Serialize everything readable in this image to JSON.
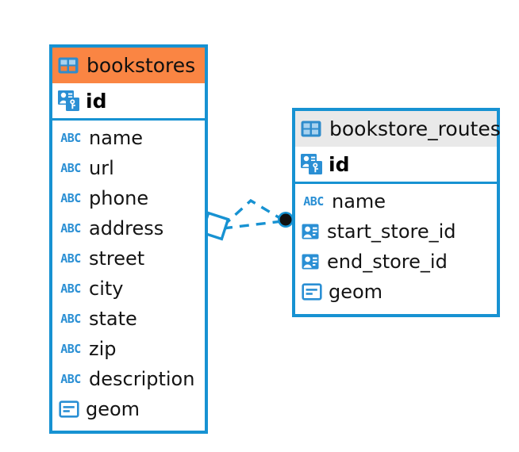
{
  "diagram": {
    "title": "bookstores-schema",
    "colors": {
      "border": "#1792d2",
      "header_accent": "#fa8543",
      "header_neutral": "#e9e9e9",
      "icon_blue": "#2a8fd4",
      "connector": "#1792d2",
      "endpoint_dot": "#111111",
      "canvas": "#ffffff"
    },
    "entities": [
      {
        "name": "bookstores",
        "header_style": "accent",
        "table_icon": "table-icon-accent",
        "primary_key": {
          "label": "id",
          "icon": "primary-key-icon"
        },
        "fields": [
          {
            "label": "name",
            "icon": "text-type-icon",
            "type": "ABC"
          },
          {
            "label": "url",
            "icon": "text-type-icon",
            "type": "ABC"
          },
          {
            "label": "phone",
            "icon": "text-type-icon",
            "type": "ABC"
          },
          {
            "label": "address",
            "icon": "text-type-icon",
            "type": "ABC"
          },
          {
            "label": "street",
            "icon": "text-type-icon",
            "type": "ABC"
          },
          {
            "label": "city",
            "icon": "text-type-icon",
            "type": "ABC"
          },
          {
            "label": "state",
            "icon": "text-type-icon",
            "type": "ABC"
          },
          {
            "label": "zip",
            "icon": "text-type-icon",
            "type": "ABC"
          },
          {
            "label": "description",
            "icon": "text-type-icon",
            "type": "ABC"
          },
          {
            "label": "geom",
            "icon": "geometry-type-icon",
            "type": "geom"
          }
        ]
      },
      {
        "name": "bookstore_routes",
        "header_style": "neutral",
        "table_icon": "table-icon-plain",
        "primary_key": {
          "label": "id",
          "icon": "primary-key-icon"
        },
        "fields": [
          {
            "label": "name",
            "icon": "text-type-icon",
            "type": "ABC"
          },
          {
            "label": "start_store_id",
            "icon": "foreign-key-icon",
            "type": "fk"
          },
          {
            "label": "end_store_id",
            "icon": "foreign-key-icon",
            "type": "fk"
          },
          {
            "label": "geom",
            "icon": "geometry-type-icon",
            "type": "geom"
          }
        ]
      }
    ],
    "relationship": {
      "source_entity": "bookstores",
      "target_entity": "bookstore_routes",
      "source_marker": "diamond-marker",
      "target_marker": "filled-dot-marker",
      "line_style": "dashed"
    },
    "icon_glyphs": {
      "text-type-icon": "ABC",
      "geometry-type-icon": "blob-field-icon",
      "primary-key-icon": "contact-card-with-key-icon",
      "foreign-key-icon": "contact-card-icon",
      "table-icon-accent": "grid-table-icon",
      "table-icon-plain": "grid-table-icon"
    }
  }
}
